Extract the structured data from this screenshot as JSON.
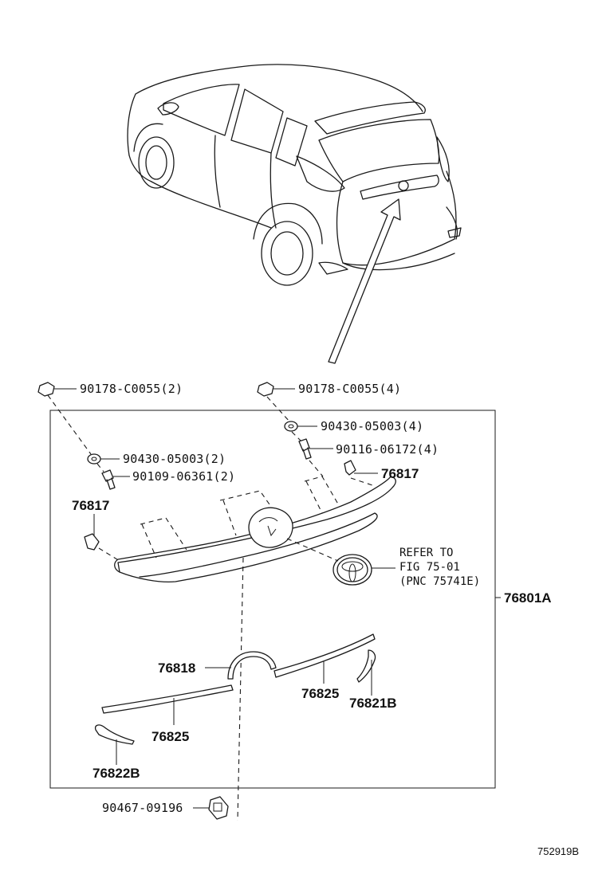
{
  "labels": {
    "nut_left": "90178-C0055(2)",
    "nut_right": "90178-C0055(4)",
    "washer_right": "90430-05003(4)",
    "washer_left": "90430-05003(2)",
    "bolt_right": "90116-06172(4)",
    "screw_left": "90109-06361(2)",
    "clip_right": "76817",
    "clip_left": "76817",
    "assembly": "76801A",
    "arc_molding": "76818",
    "strip_right": "76825",
    "corner_right": "76821B",
    "strip_left": "76825",
    "corner_left": "76822B",
    "grommet": "90467-09196"
  },
  "emblem_reference": {
    "line1": "REFER TO",
    "line2": "FIG 75-01",
    "line3": "(PNC 75741E)"
  },
  "figure_code": "752919B",
  "icons": {
    "emblem": "toyota-emblem-icon",
    "nut": "nut-icon",
    "washer": "washer-icon",
    "bolt": "bolt-icon",
    "clip": "clip-icon",
    "grommet": "grommet-icon"
  }
}
